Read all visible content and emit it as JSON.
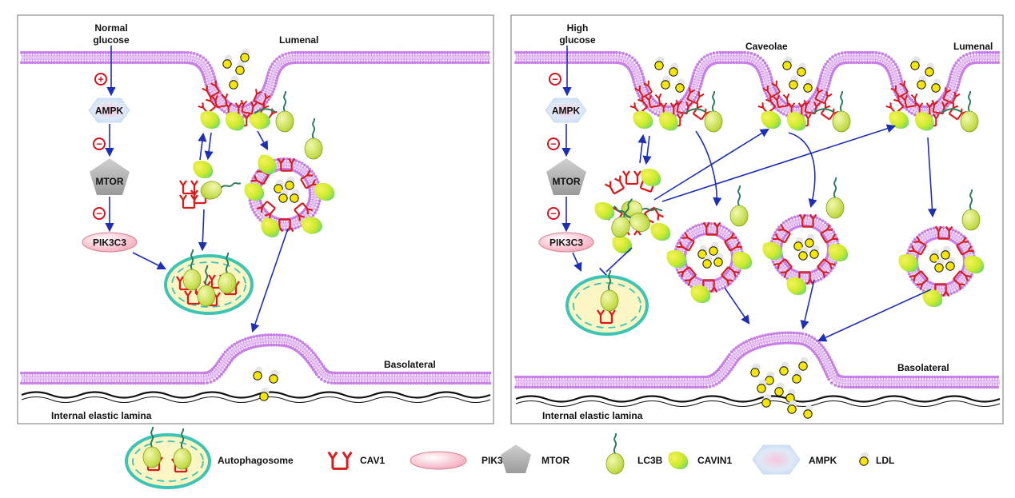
{
  "left_panel": {
    "stimulus_line1": "Normal",
    "stimulus_line2": "glucose",
    "lumenal": "Lumenal",
    "basolateral": "Basolateral",
    "lamina": "Internal elastic lamina",
    "ampk_sign": "+",
    "mtor_sign": "−",
    "pik3c3_sign": "−"
  },
  "right_panel": {
    "stimulus_line1": "High",
    "stimulus_line2": "glucose",
    "caveolae": "Caveolae",
    "lumenal": "Lumenal",
    "basolateral": "Basolateral",
    "lamina": "Internal elastic lamina",
    "ampk_sign": "−",
    "mtor_sign": "−",
    "pik3c3_sign": "−"
  },
  "nodes": {
    "ampk": "AMPK",
    "mtor": "MTOR",
    "pik3c3": "PIK3C3"
  },
  "legend": {
    "autophagosome": "Autophagosome",
    "cav1": "CAV1",
    "pik3c3": "PIK3C3",
    "mtor": "MTOR",
    "lc3b": "LC3B",
    "cavin1": "CAVIN1",
    "ampk": "AMPK",
    "ldl": "LDL"
  },
  "colors": {
    "membrane": "#c77ee6",
    "cav1": "#d81b1b",
    "arrow": "#1e2fb5",
    "autophagosome_rim": "#3cc4b4",
    "autophagosome_fill": "#fbf6c4",
    "ldl": "#f7e600",
    "pik3c3": "#f6b8c4",
    "mtor": "#b8b8b8",
    "ampk": "#cfe2f5"
  }
}
